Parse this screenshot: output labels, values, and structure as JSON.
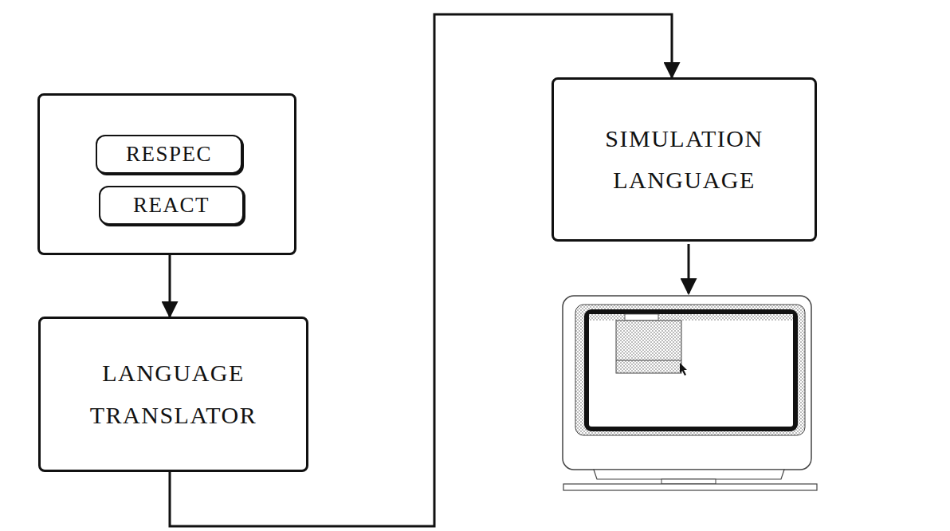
{
  "diagram": {
    "nodes": [
      {
        "text": []
      },
      {
        "text": [
          "RESPEC"
        ],
        "in": 0
      },
      {
        "text": [
          "REACT"
        ],
        "in": 0
      },
      {
        "text": [
          "LANGUAGE TRANSLATOR"
        ]
      },
      {
        "text": [
          "SIMULATION LANGUAGE"
        ]
      }
    ],
    "edges": [
      {
        "from": 0,
        "to": 3,
        "arrow": "to"
      },
      {
        "from": 3,
        "to": 4,
        "arrow": "to"
      }
    ]
  }
}
